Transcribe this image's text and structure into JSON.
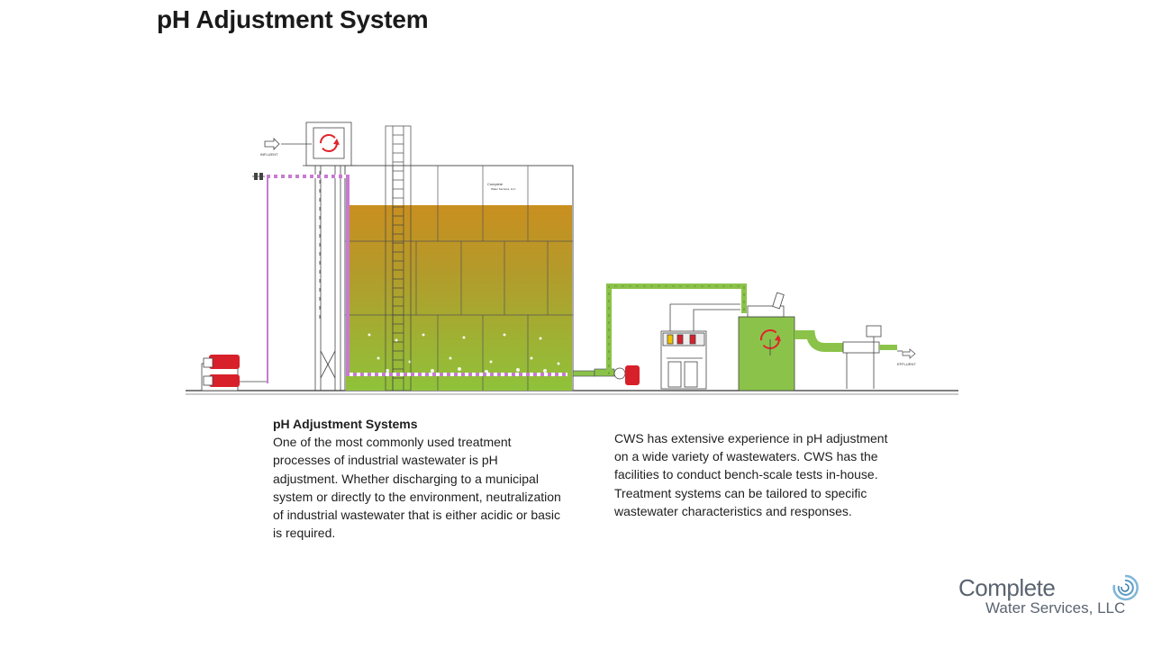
{
  "page": {
    "title": "pH Adjustment System"
  },
  "diagram": {
    "influent_label": "INFLUENT",
    "effluent_label": "EFFLUENT",
    "tank_brand_line1": "Complete",
    "tank_brand_line2": "Water Services, LLC",
    "colors": {
      "tank_top": "#c98f1f",
      "tank_bottom": "#8fc23a",
      "pipe_purple": "#c77bd0",
      "pipe_green": "#8bc34a",
      "pump_red": "#d8202a",
      "mixer_red": "#e0252b"
    },
    "icons": [
      "mixer-rotation-icon",
      "arrow-right-icon"
    ]
  },
  "text": {
    "left_heading": "pH Adjustment Systems",
    "left_body": "One of the most commonly used treatment processes of industrial wastewater is pH adjustment. Whether discharging to a municipal system or directly to the environment, neutralization of industrial wastewater that is either acidic or basic is required.",
    "right_body": "CWS has extensive experience in pH adjustment on a wide variety of wastewaters.  CWS has the facilities to conduct bench-scale tests in-house. Treatment systems can be tailored to specific wastewater characteristics and responses."
  },
  "logo": {
    "main": "Complete",
    "sub": "Water Services, LLC"
  }
}
